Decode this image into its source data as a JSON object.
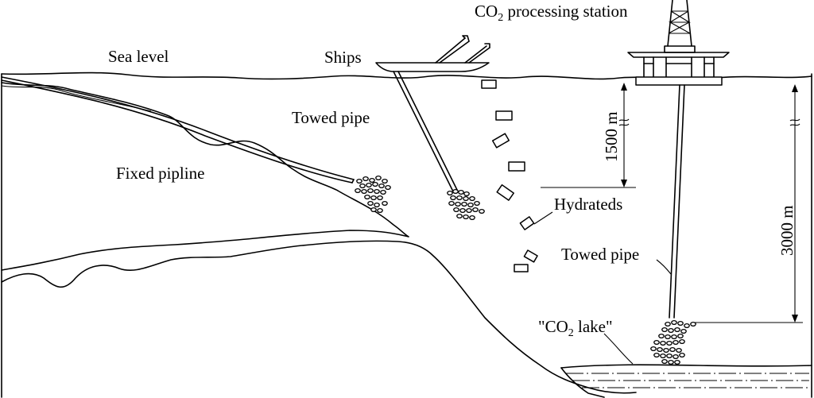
{
  "labels": {
    "station_prefix": "CO",
    "station_sub": "2",
    "station_suffix": " processing station",
    "sea_level": "Sea level",
    "ships": "Ships",
    "towed_pipe_1": "Towed pipe",
    "fixed_pipeline": "Fixed pipline",
    "hydrateds": "Hydrateds",
    "towed_pipe_2": "Towed pipe",
    "depth_1500": "1500 m",
    "depth_3000": "3000 m",
    "lake_prefix": "\"CO",
    "lake_sub": "2",
    "lake_suffix": " lake\""
  },
  "colors": {
    "ink": "#000000",
    "background": "#ffffff"
  }
}
